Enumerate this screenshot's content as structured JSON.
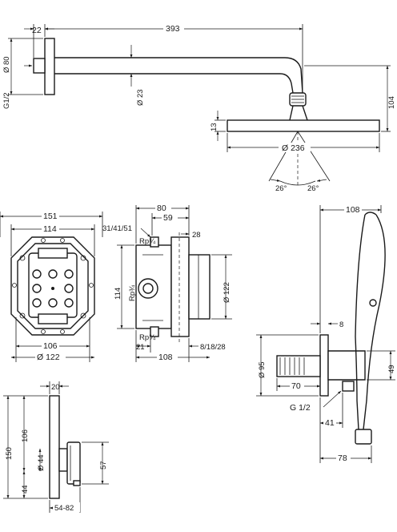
{
  "shower_head": {
    "arm_length": "393",
    "wall_offset": "22",
    "flange_diameter": "Ø 80",
    "thread": "G1/2",
    "arm_diameter": "Ø 23",
    "total_height": "104",
    "head_thickness": "13",
    "head_diameter": "Ø 236",
    "angle_left": "26°",
    "angle_right": "26°"
  },
  "mounting_box": {
    "outer_width": "151",
    "inner_width": "114",
    "base_width": "106",
    "base_diameter": "Ø 122"
  },
  "box_side": {
    "width_80": "80",
    "width_59": "59",
    "depth_options": "31/41/51",
    "thread_top": "Rp¾",
    "thread_bottom": "Rp¾",
    "thread_side": "Rp¾",
    "depth_28": "28",
    "height_114": "114",
    "diameter_122": "Ø 122",
    "offset_21": "21",
    "length_108": "108",
    "options_81828": "8/18/28"
  },
  "hand_shower": {
    "length_108": "108",
    "offset_8": "8",
    "diameter_95": "Ø 95",
    "height_49": "49",
    "length_70": "70",
    "thread": "G 1/2",
    "offset_41": "41",
    "length_78": "78"
  },
  "thermostat": {
    "width_20": "20",
    "height_150": "150",
    "height_106": "106",
    "diameter_44": "Ø 44",
    "height_57": "57",
    "height_44": "44",
    "depth_range": "54-82"
  }
}
